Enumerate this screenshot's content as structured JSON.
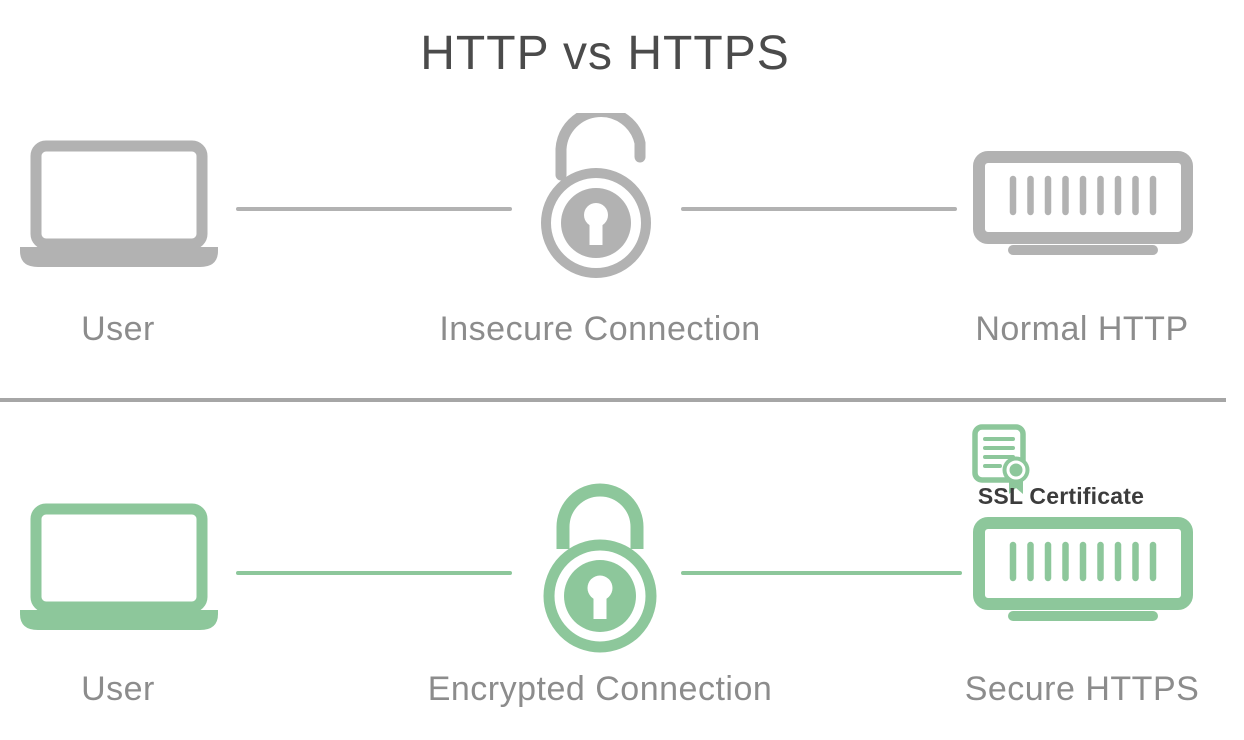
{
  "title": "HTTP vs HTTPS",
  "rows": [
    {
      "name": "HTTP",
      "user_label": "User",
      "connection_label": "Insecure Connection",
      "server_label": "Normal HTTP",
      "lock_state": "unlocked",
      "color": "#b2b2b2"
    },
    {
      "name": "HTTPS",
      "user_label": "User",
      "connection_label": "Encrypted Connection",
      "server_label": "Secure HTTPS",
      "lock_state": "locked",
      "certificate_label": "SSL Certificate",
      "color": "#8dc79b"
    }
  ],
  "colors": {
    "gray_icon": "#b2b2b2",
    "green_icon": "#8dc79b",
    "label_text": "#8c8c8c",
    "title_text": "#4b4b4b",
    "certificate_label_text": "#3c3c3c",
    "divider": "#a6a6a6",
    "background": "#ffffff"
  },
  "icons": {
    "user": "laptop-icon",
    "insecure_connection": "open-padlock-icon",
    "encrypted_connection": "closed-padlock-icon",
    "server": "server-icon",
    "certificate": "ssl-certificate-icon"
  }
}
